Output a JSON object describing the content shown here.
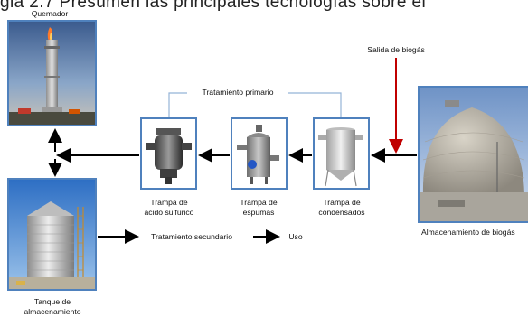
{
  "heading_text": "gla 2.7 Presumen las principales tecnologías sobre el",
  "labels": {
    "quemador": "Quemador",
    "tratamiento_primario": "Tratamiento primario",
    "salida_biogas": "Salida de biogás",
    "trampa_acido_l1": "Trampa de",
    "trampa_acido_l2": "ácido sulfúrico",
    "trampa_espumas_l1": "Trampa de",
    "trampa_espumas_l2": "espumas",
    "trampa_condensados_l1": "Trampa de",
    "trampa_condensados_l2": "condensados",
    "almacenamiento_biogas": "Almacenamiento de biogás",
    "tratamiento_secundario": "Tratamiento secundario",
    "uso": "Uso",
    "tanque_l1": "Tanque de",
    "tanque_l2": "almacenamiento"
  },
  "colors": {
    "frame_blue": "#4f81bd",
    "arrow_red": "#c00000",
    "bracket_blue": "#95b3d7",
    "arrow_black": "#000000"
  },
  "icons": [
    "flare-tower-image",
    "sulfuric-acid-trap-image",
    "foam-trap-image",
    "condensate-trap-image",
    "biogas-dome-image",
    "storage-silo-image"
  ]
}
